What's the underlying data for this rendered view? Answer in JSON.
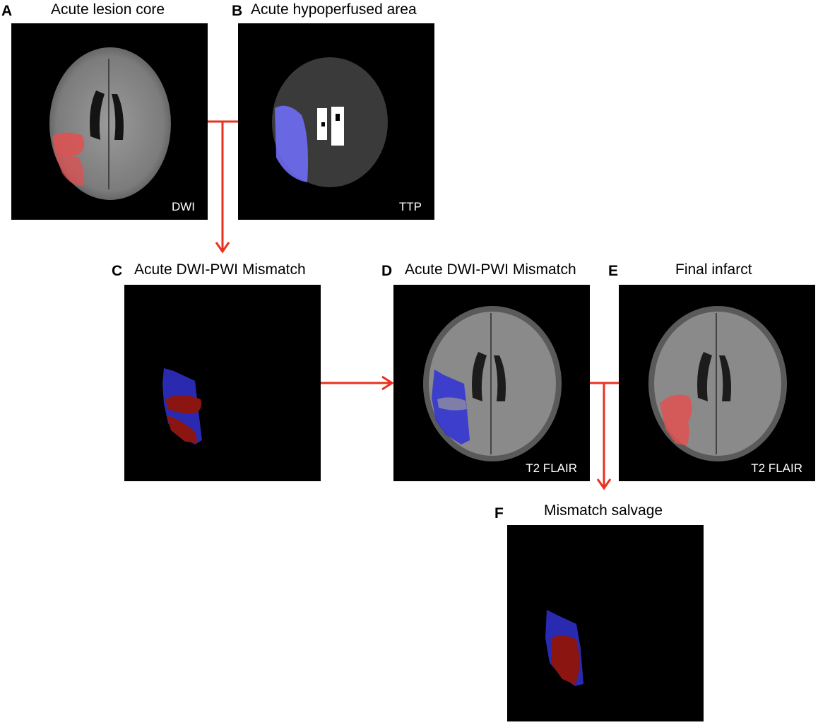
{
  "panels": {
    "a": {
      "letter": "A",
      "title": "Acute lesion core",
      "modality": "DWI"
    },
    "b": {
      "letter": "B",
      "title": "Acute hypoperfused area",
      "modality": "TTP"
    },
    "c": {
      "letter": "C",
      "title": "Acute DWI-PWI Mismatch"
    },
    "d": {
      "letter": "D",
      "title": "Acute DWI-PWI Mismatch",
      "modality": "T2 FLAIR"
    },
    "e": {
      "letter": "E",
      "title": "Final infarct",
      "modality": "T2 FLAIR"
    },
    "f": {
      "letter": "F",
      "title": "Mismatch salvage"
    }
  },
  "colors": {
    "arrow": "#e8311e",
    "core_red": "#e05050",
    "hypoperfusion_blue": "#6f6df5",
    "mismatch_blue": "#2a2ab0",
    "mismatch_red": "#8b1510"
  }
}
